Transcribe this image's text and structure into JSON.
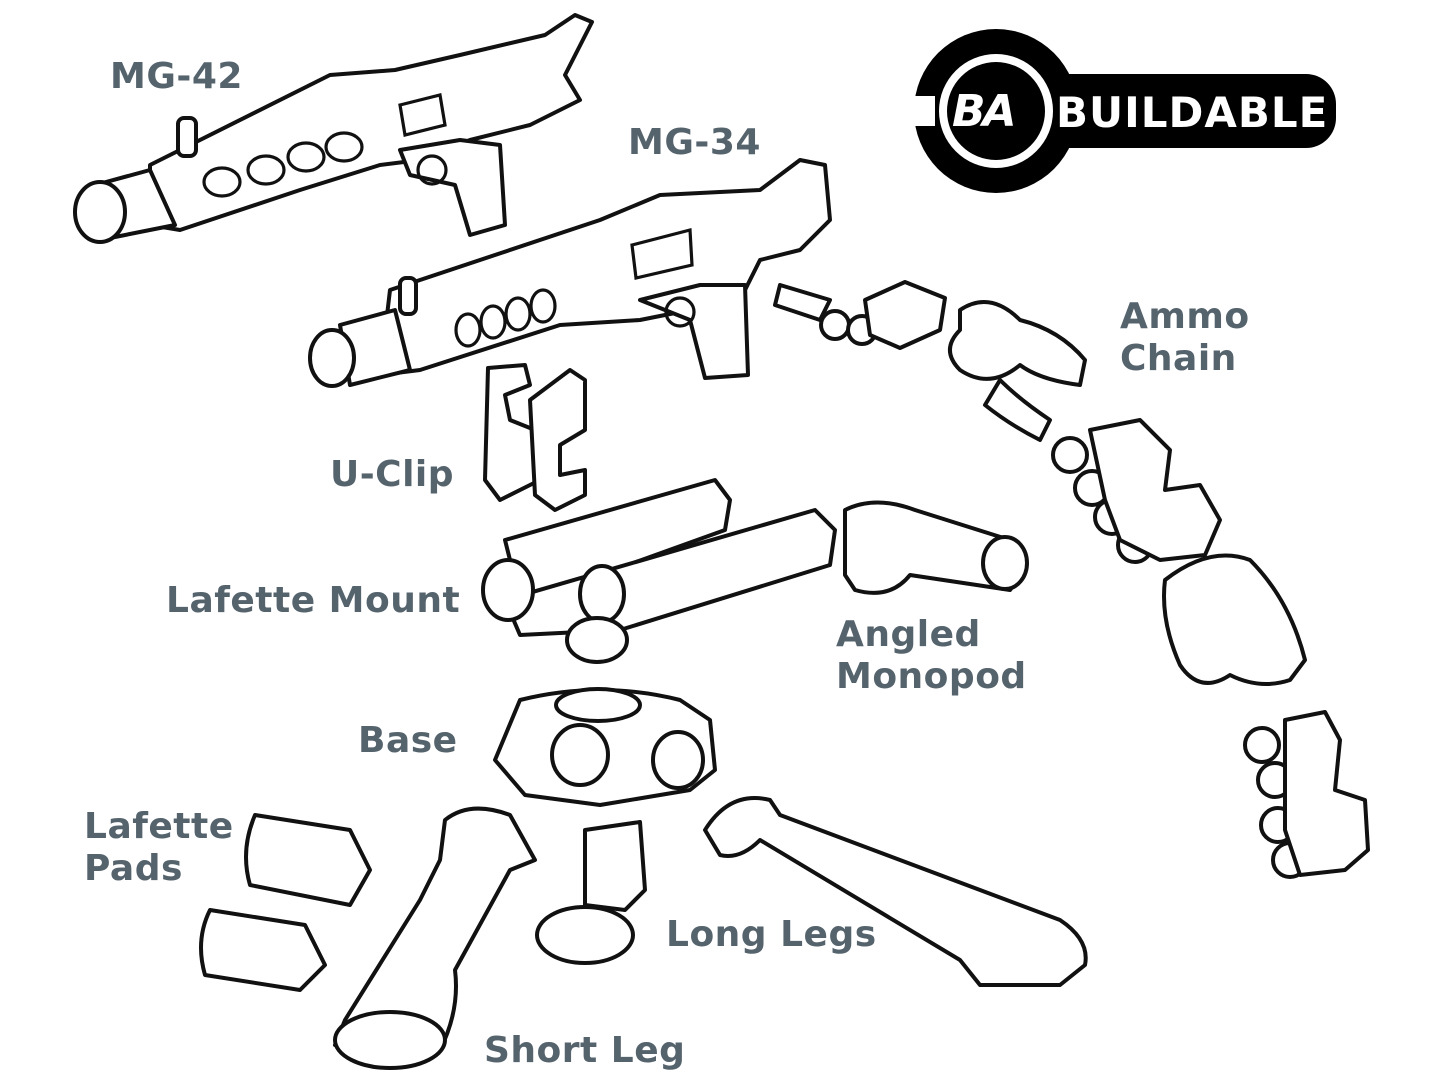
{
  "labels": {
    "mg42": "MG-42",
    "mg34": "MG-34",
    "ammo_chain": "Ammo\nChain",
    "u_clip": "U-Clip",
    "lafette_mount": "Lafette Mount",
    "angled_monopod": "Angled\nMonopod",
    "base": "Base",
    "lafette_pads": "Lafette\nPads",
    "long_legs": "Long Legs",
    "short_leg": "Short Leg"
  },
  "logo": {
    "badge": "BA",
    "name": "BUILDABLE"
  },
  "colors": {
    "label": "#55636d",
    "line": "#111111",
    "logo": "#000000",
    "background": "#ffffff"
  }
}
